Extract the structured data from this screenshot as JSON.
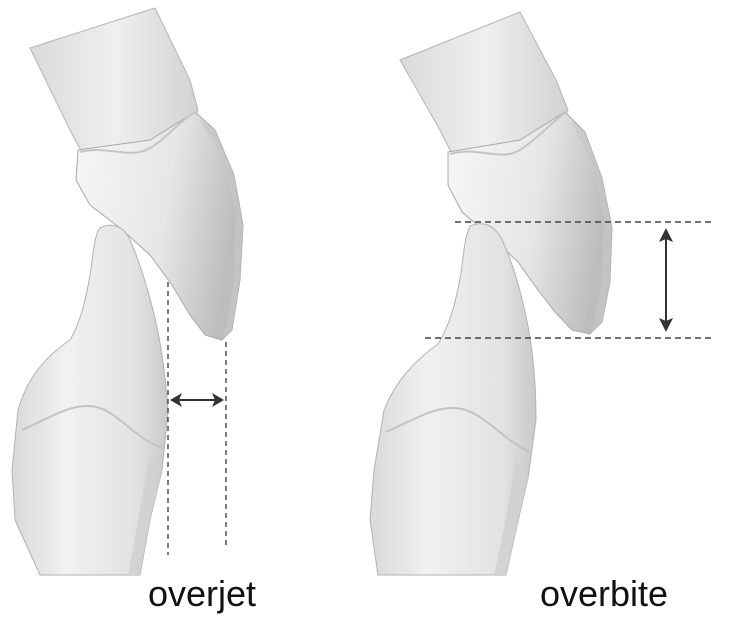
{
  "figure": {
    "panels": [
      {
        "id": "overjet",
        "label": "overjet",
        "measure": "horizontal"
      },
      {
        "id": "overbite",
        "label": "overbite",
        "measure": "vertical"
      }
    ]
  },
  "colors": {
    "background": "#ffffff",
    "tooth_light": "#f4f4f4",
    "tooth_mid": "#dedede",
    "tooth_shadow": "#b9b9b9",
    "outline": "#9a9a9a",
    "guide_lines": "#444444",
    "text": "#111111"
  }
}
